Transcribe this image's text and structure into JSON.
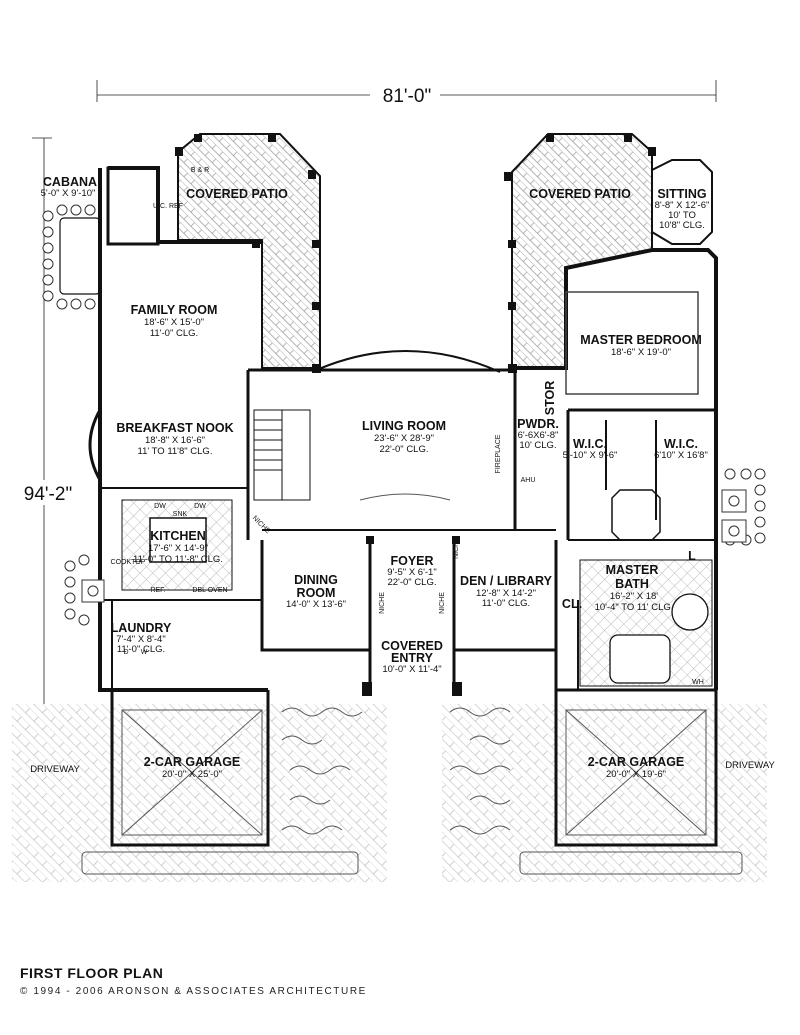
{
  "dimensions": {
    "width": "81'-0\"",
    "depth": "94'-2\""
  },
  "rooms": {
    "cabana": {
      "name": "CABANA",
      "dims": "5'-0\" X 9'-10\""
    },
    "covered_patio_left": {
      "name": "COVERED PATIO"
    },
    "covered_patio_right": {
      "name": "COVERED PATIO"
    },
    "sitting": {
      "name": "SITTING",
      "dims": "8'-8\" X 12'-6\"",
      "clg1": "10' TO",
      "clg2": "10'8\" CLG."
    },
    "family_room": {
      "name": "FAMILY ROOM",
      "dims": "18'-6\" X 15'-0\"",
      "clg": "11'-0\" CLG."
    },
    "breakfast_nook": {
      "name": "BREAKFAST NOOK",
      "dims": "18'-8\" X 16'-6\"",
      "clg": "11' TO 11'8\" CLG."
    },
    "living_room": {
      "name": "LIVING ROOM",
      "dims": "23'-6\" X 28'-9\"",
      "clg": "22'-0\" CLG."
    },
    "master_bedroom": {
      "name": "MASTER BEDROOM",
      "dims": "18'-6\" X 19'-0\""
    },
    "pwdr": {
      "name": "PWDR.",
      "dims": "6'-6X6'-8\"",
      "clg": "10' CLG."
    },
    "stor": {
      "name": "STOR"
    },
    "wic1": {
      "name": "W.I.C.",
      "dims": "5'-10\" X 9'-6\""
    },
    "wic2": {
      "name": "W.I.C.",
      "dims": "6'10\" X 16'8\""
    },
    "kitchen": {
      "name": "KITCHEN",
      "dims": "17'-6\" X 14'-9\"",
      "clg": "11'-0\" TO 11'-8\" CLG."
    },
    "dining_room": {
      "name1": "DINING",
      "name2": "ROOM",
      "dims": "14'-0\" X 13'-6\""
    },
    "foyer": {
      "name": "FOYER",
      "dims": "9'-5\" X 6'-1\"",
      "clg": "22'-0\" CLG."
    },
    "den_library": {
      "name": "DEN / LIBRARY",
      "dims": "12'-8\" X 14'-2\"",
      "clg": "11'-0\" CLG."
    },
    "master_bath": {
      "name1": "MASTER",
      "name2": "BATH",
      "dims": "16'-2\" X 18'",
      "clg": "10'-4\" TO 11' CLG."
    },
    "covered_entry": {
      "name1": "COVERED",
      "name2": "ENTRY",
      "dims": "10'-0\" X 11'-4\""
    },
    "laundry": {
      "name": "LAUNDRY",
      "dims": "7'-4\" X 8'-4\"",
      "clg": "11'-0\" CLG."
    },
    "garage_left": {
      "name": "2-CAR GARAGE",
      "dims": "20'-0\" X 25'-0\""
    },
    "garage_right": {
      "name": "2-CAR GARAGE",
      "dims": "20'-0\" X 19'-6\""
    },
    "driveway_left": {
      "name": "DRIVEWAY"
    },
    "driveway_right": {
      "name": "DRIVEWAY"
    },
    "closet": {
      "name": "CL."
    }
  },
  "fixtures": {
    "dw1": "DW",
    "dw2": "DW",
    "snk": "SNK",
    "cooktop": "COOKTOP",
    "ref": "REF.",
    "dbl_oven": "DBL OVEN",
    "niche1": "NICHE",
    "niche2": "NICHE",
    "niche3": "NICHE",
    "niche4": "NICHE",
    "fireplace": "FIREPLACE",
    "ahu": "AHU",
    "wh": "WH",
    "uc_ref": "U.C. REF",
    "w": "W",
    "d": "D",
    "l": "L",
    "b_e_ref": "B & R"
  },
  "footer": {
    "title": "FIRST FLOOR PLAN",
    "copyright": "© 1994 - 2006 ARONSON & ASSOCIATES ARCHITECTURE"
  }
}
